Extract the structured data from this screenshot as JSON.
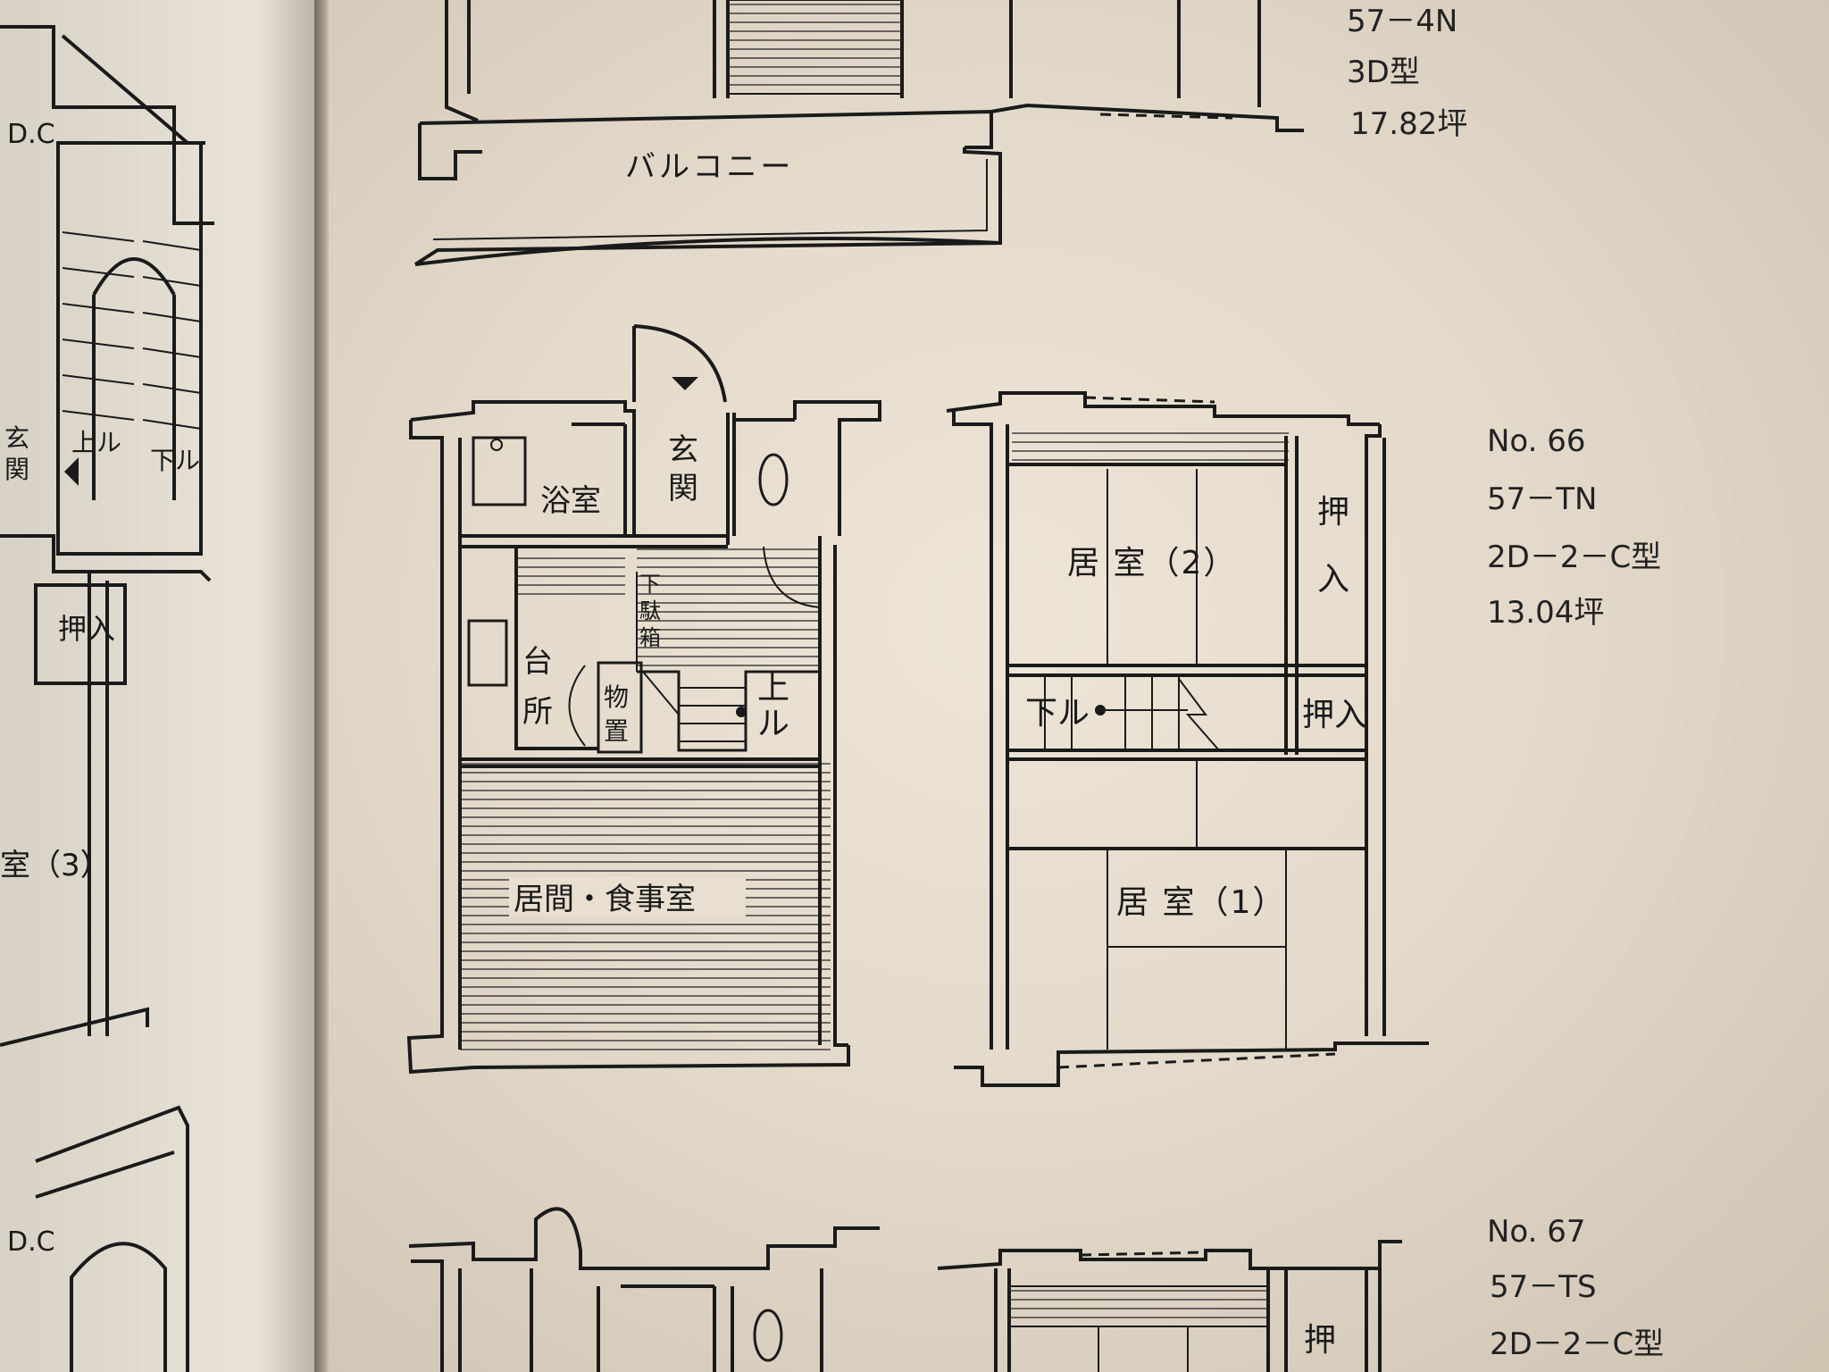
{
  "top_unit": {
    "code": "57－4N",
    "type": "3D型",
    "area": "17.82坪",
    "balcony_label": "バルコニー"
  },
  "no66": {
    "number": "No. 66",
    "code": "57－TN",
    "type": "2D－2－C型",
    "area": "13.04坪",
    "ground_floor": {
      "bath": "浴室",
      "entrance": [
        "玄",
        "関"
      ],
      "kitchen": [
        "台",
        "所"
      ],
      "storage": [
        "物",
        "置"
      ],
      "shoe_box": [
        "下",
        "駄",
        "箱"
      ],
      "up": [
        "上",
        "ル"
      ],
      "living_dining": "居間・食事室"
    },
    "upper_floor": {
      "room2": "居 室（2）",
      "closet_top": [
        "押",
        "入"
      ],
      "down": "下ル",
      "closet_mid": "押入",
      "room1": "居 室（1）"
    }
  },
  "no67": {
    "number": "No. 67",
    "code": "57－TS",
    "type": "2D－2－C型",
    "closet": "押"
  },
  "left_page": {
    "dc_top": "D.C",
    "up": "上ル",
    "down": "下ル",
    "entrance": [
      "玄",
      "関"
    ],
    "closet": "押入",
    "room3": "室（3）",
    "dc_bottom": "D.C"
  }
}
